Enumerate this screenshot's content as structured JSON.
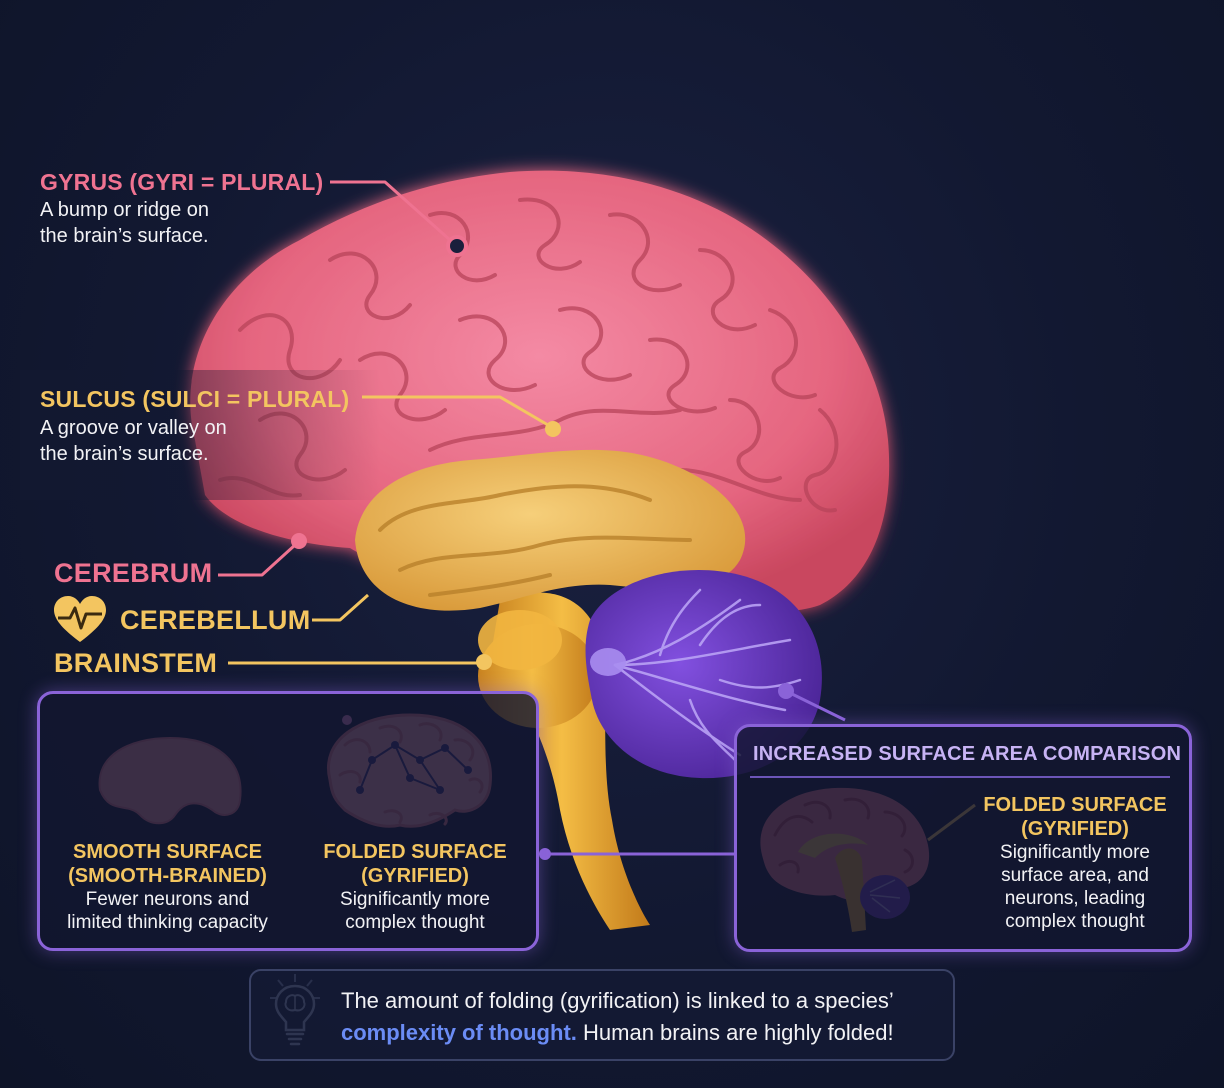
{
  "labels": {
    "gyrus": {
      "title": "GYRUS (GYRI = PLURAL)",
      "desc_line1": "A bump or ridge on",
      "desc_line2": "the brain’s surface."
    },
    "sulcus": {
      "title": "SULCUS (SULCI = PLURAL)",
      "desc_line1": "A groove or valley on",
      "desc_line2": "the brain’s surface."
    },
    "cerebrum": "CEREBRUM",
    "cerebellum": "CEREBELLUM",
    "brainstem": "BRAINSTEM"
  },
  "surface_panel": {
    "smooth": {
      "title_line1": "SMOOTH SURFACE",
      "title_line2": "(SMOOTH-BRAINED)",
      "desc_line1": "Fewer neurons and",
      "desc_line2": "limited thinking capacity"
    },
    "folded": {
      "title_line1": "FOLDED SURFACE",
      "title_line2": "(GYRIFIED)",
      "desc_line1": "Significantly more",
      "desc_line2": "complex thought"
    }
  },
  "comparison_panel": {
    "title": "INCREASED SURFACE AREA COMPARISON",
    "folded_title_line1": "FOLDED SURFACE",
    "folded_title_line2": "(GYRIFIED)",
    "desc_line1": "Significantly more",
    "desc_line2": "surface area, and",
    "desc_line3": "neurons, leading",
    "desc_line4": "complex thought"
  },
  "note": {
    "line1": "The amount of folding (gyrification) is linked to a species’",
    "highlight": "complexity of thought.",
    "line2_rest": " Human brains are highly folded!"
  },
  "colors": {
    "cerebrum": "#ef7391",
    "temporal": "#e9b152",
    "cerebellum": "#6a3bc4",
    "brainstem": "#e8a935",
    "panel_border": "#8a63d8",
    "highlight": "#6b8cf5"
  },
  "icons": [
    "heart-pulse-icon",
    "lightbulb-brain-icon"
  ]
}
